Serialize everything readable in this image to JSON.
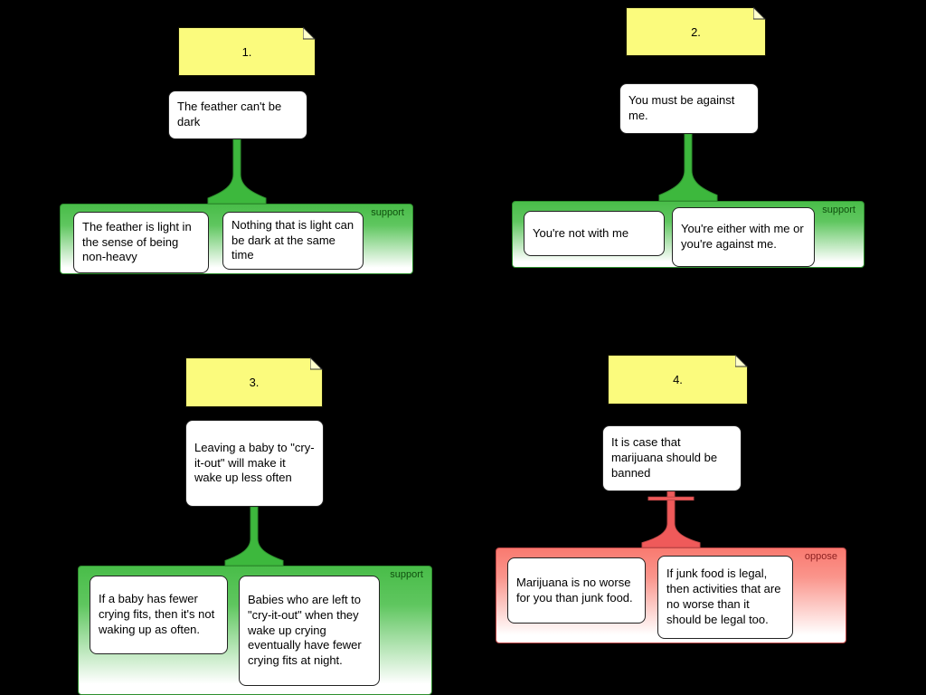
{
  "canvas": {
    "background": "#000000"
  },
  "colors": {
    "support_fill": "#3db83d",
    "support_border": "#2e8f2e",
    "support_label": "#10500f",
    "oppose_fill": "#ef5a5a",
    "oppose_border": "#c04848",
    "oppose_label": "#8b1f1f",
    "note_bg": "#fbfb7d"
  },
  "arguments": [
    {
      "note": "1.",
      "claim": "The feather can't be dark",
      "relation": "support",
      "premises": [
        "The feather is light in the sense of being non-heavy",
        "Nothing that is light can be dark at the same time"
      ]
    },
    {
      "note": "2.",
      "claim": "You must be against me.",
      "relation": "support",
      "premises": [
        "You're not with me",
        "You're either with me or you're against me."
      ]
    },
    {
      "note": "3.",
      "claim": "Leaving a baby to \"cry-it-out\" will make it wake up less often",
      "relation": "support",
      "premises": [
        "If a baby has fewer crying fits, then it's not waking up as often.",
        "Babies who are left to \"cry-it-out\" when they wake up crying eventually have fewer crying fits at night."
      ]
    },
    {
      "note": "4.",
      "claim": "It is case that marijuana should be banned",
      "relation": "oppose",
      "premises": [
        "Marijuana is no worse for you than junk food.",
        "If junk food is legal, then activities that are no worse than it should be legal too."
      ]
    }
  ]
}
